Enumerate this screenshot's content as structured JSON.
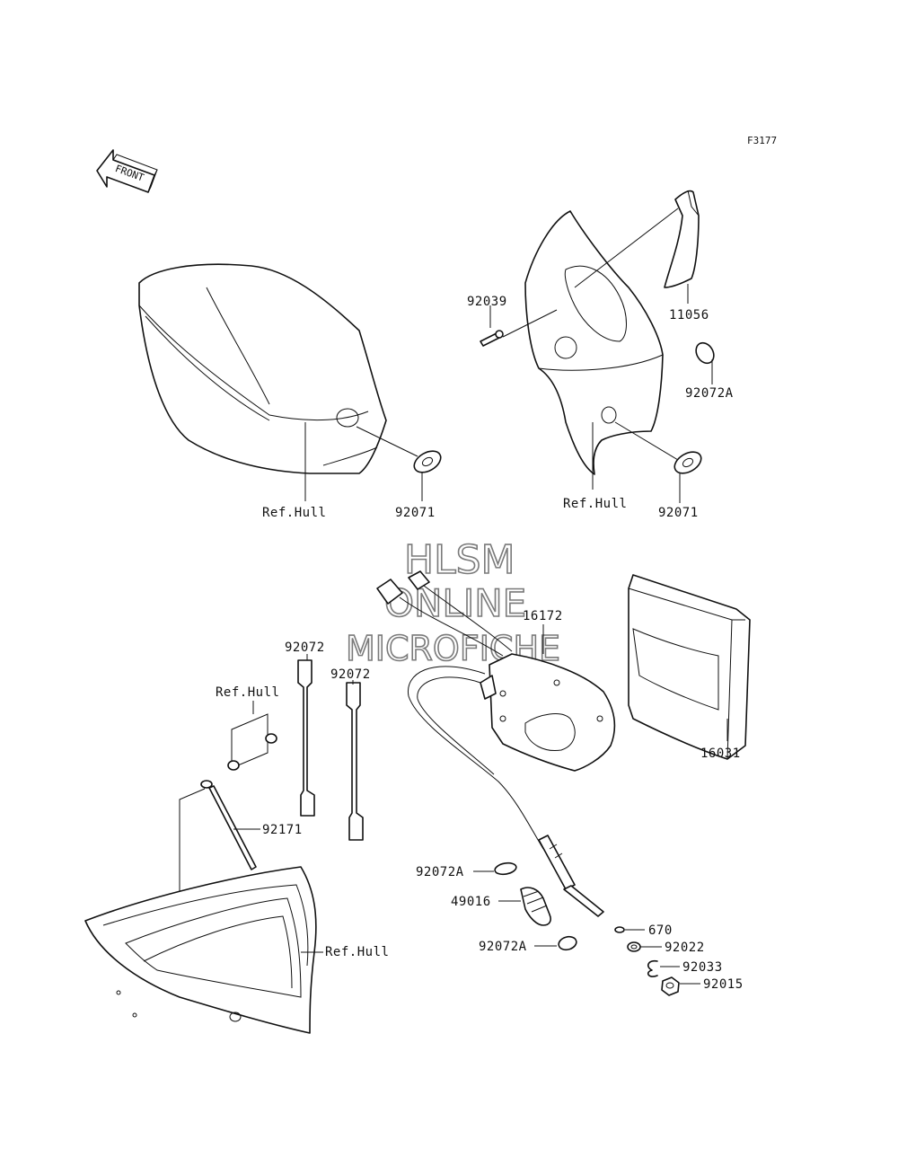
{
  "diagram_code": "F3177",
  "front_arrow_label": "FRONT",
  "watermark": {
    "line1": "HLSM",
    "line2": "ONLINE",
    "line3": "MICROFICHE"
  },
  "labels": {
    "ref_hull_seat": "Ref.Hull",
    "grommet_left": "92071",
    "screw": "92039",
    "bracket": "11056",
    "clamp_upper": "92072A",
    "ref_hull_rear": "Ref.Hull",
    "grommet_right": "92071",
    "cable_assembly": "16172",
    "cover": "16031",
    "band_left": "92072",
    "band_right": "92072",
    "ref_hull_small": "Ref.Hull",
    "rod": "92171",
    "ref_hull_bottom": "Ref.Hull",
    "clamp_mid": "92072A",
    "boot": "49016",
    "clamp_lower": "92072A",
    "oring": "670",
    "washer": "92022",
    "circlip": "92033",
    "nut": "92015"
  }
}
